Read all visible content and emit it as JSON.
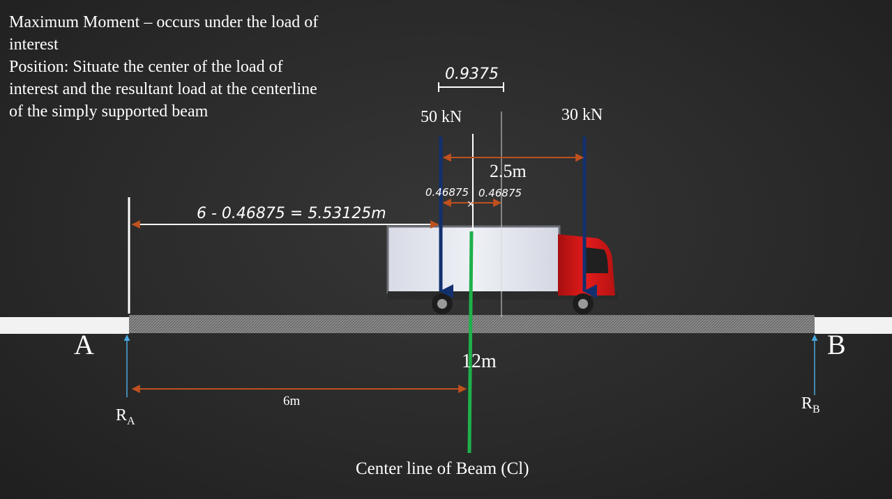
{
  "notes": {
    "line1": "Maximum Moment – occurs under the load of interest",
    "line2": "Position: Situate the center of the load of interest and the resultant load at the centerline of the simply supported beam"
  },
  "loads": {
    "left": "50 kN",
    "right": "30 kN",
    "spacing": "2.5m",
    "offset_total": "0.9375",
    "offset_left": "0.46875",
    "offset_right": "0.46875",
    "distance": "6 - 0.46875 = 5.53125m"
  },
  "beam": {
    "support_a": "A",
    "support_b": "B",
    "span": "12m",
    "half_span": "6m",
    "reaction_a": "R",
    "reaction_a_sub": "A",
    "reaction_b": "R",
    "reaction_b_sub": "B",
    "centerline": "Center line of Beam (Cl)"
  },
  "colors": {
    "load_arrow": "#13306e",
    "dimension": "#c0501e",
    "centerline": "#1fb04a",
    "reaction": "#4aa8e0",
    "truck_cab": "#dd1a1a",
    "cargo_box": "#e2e4ec"
  }
}
